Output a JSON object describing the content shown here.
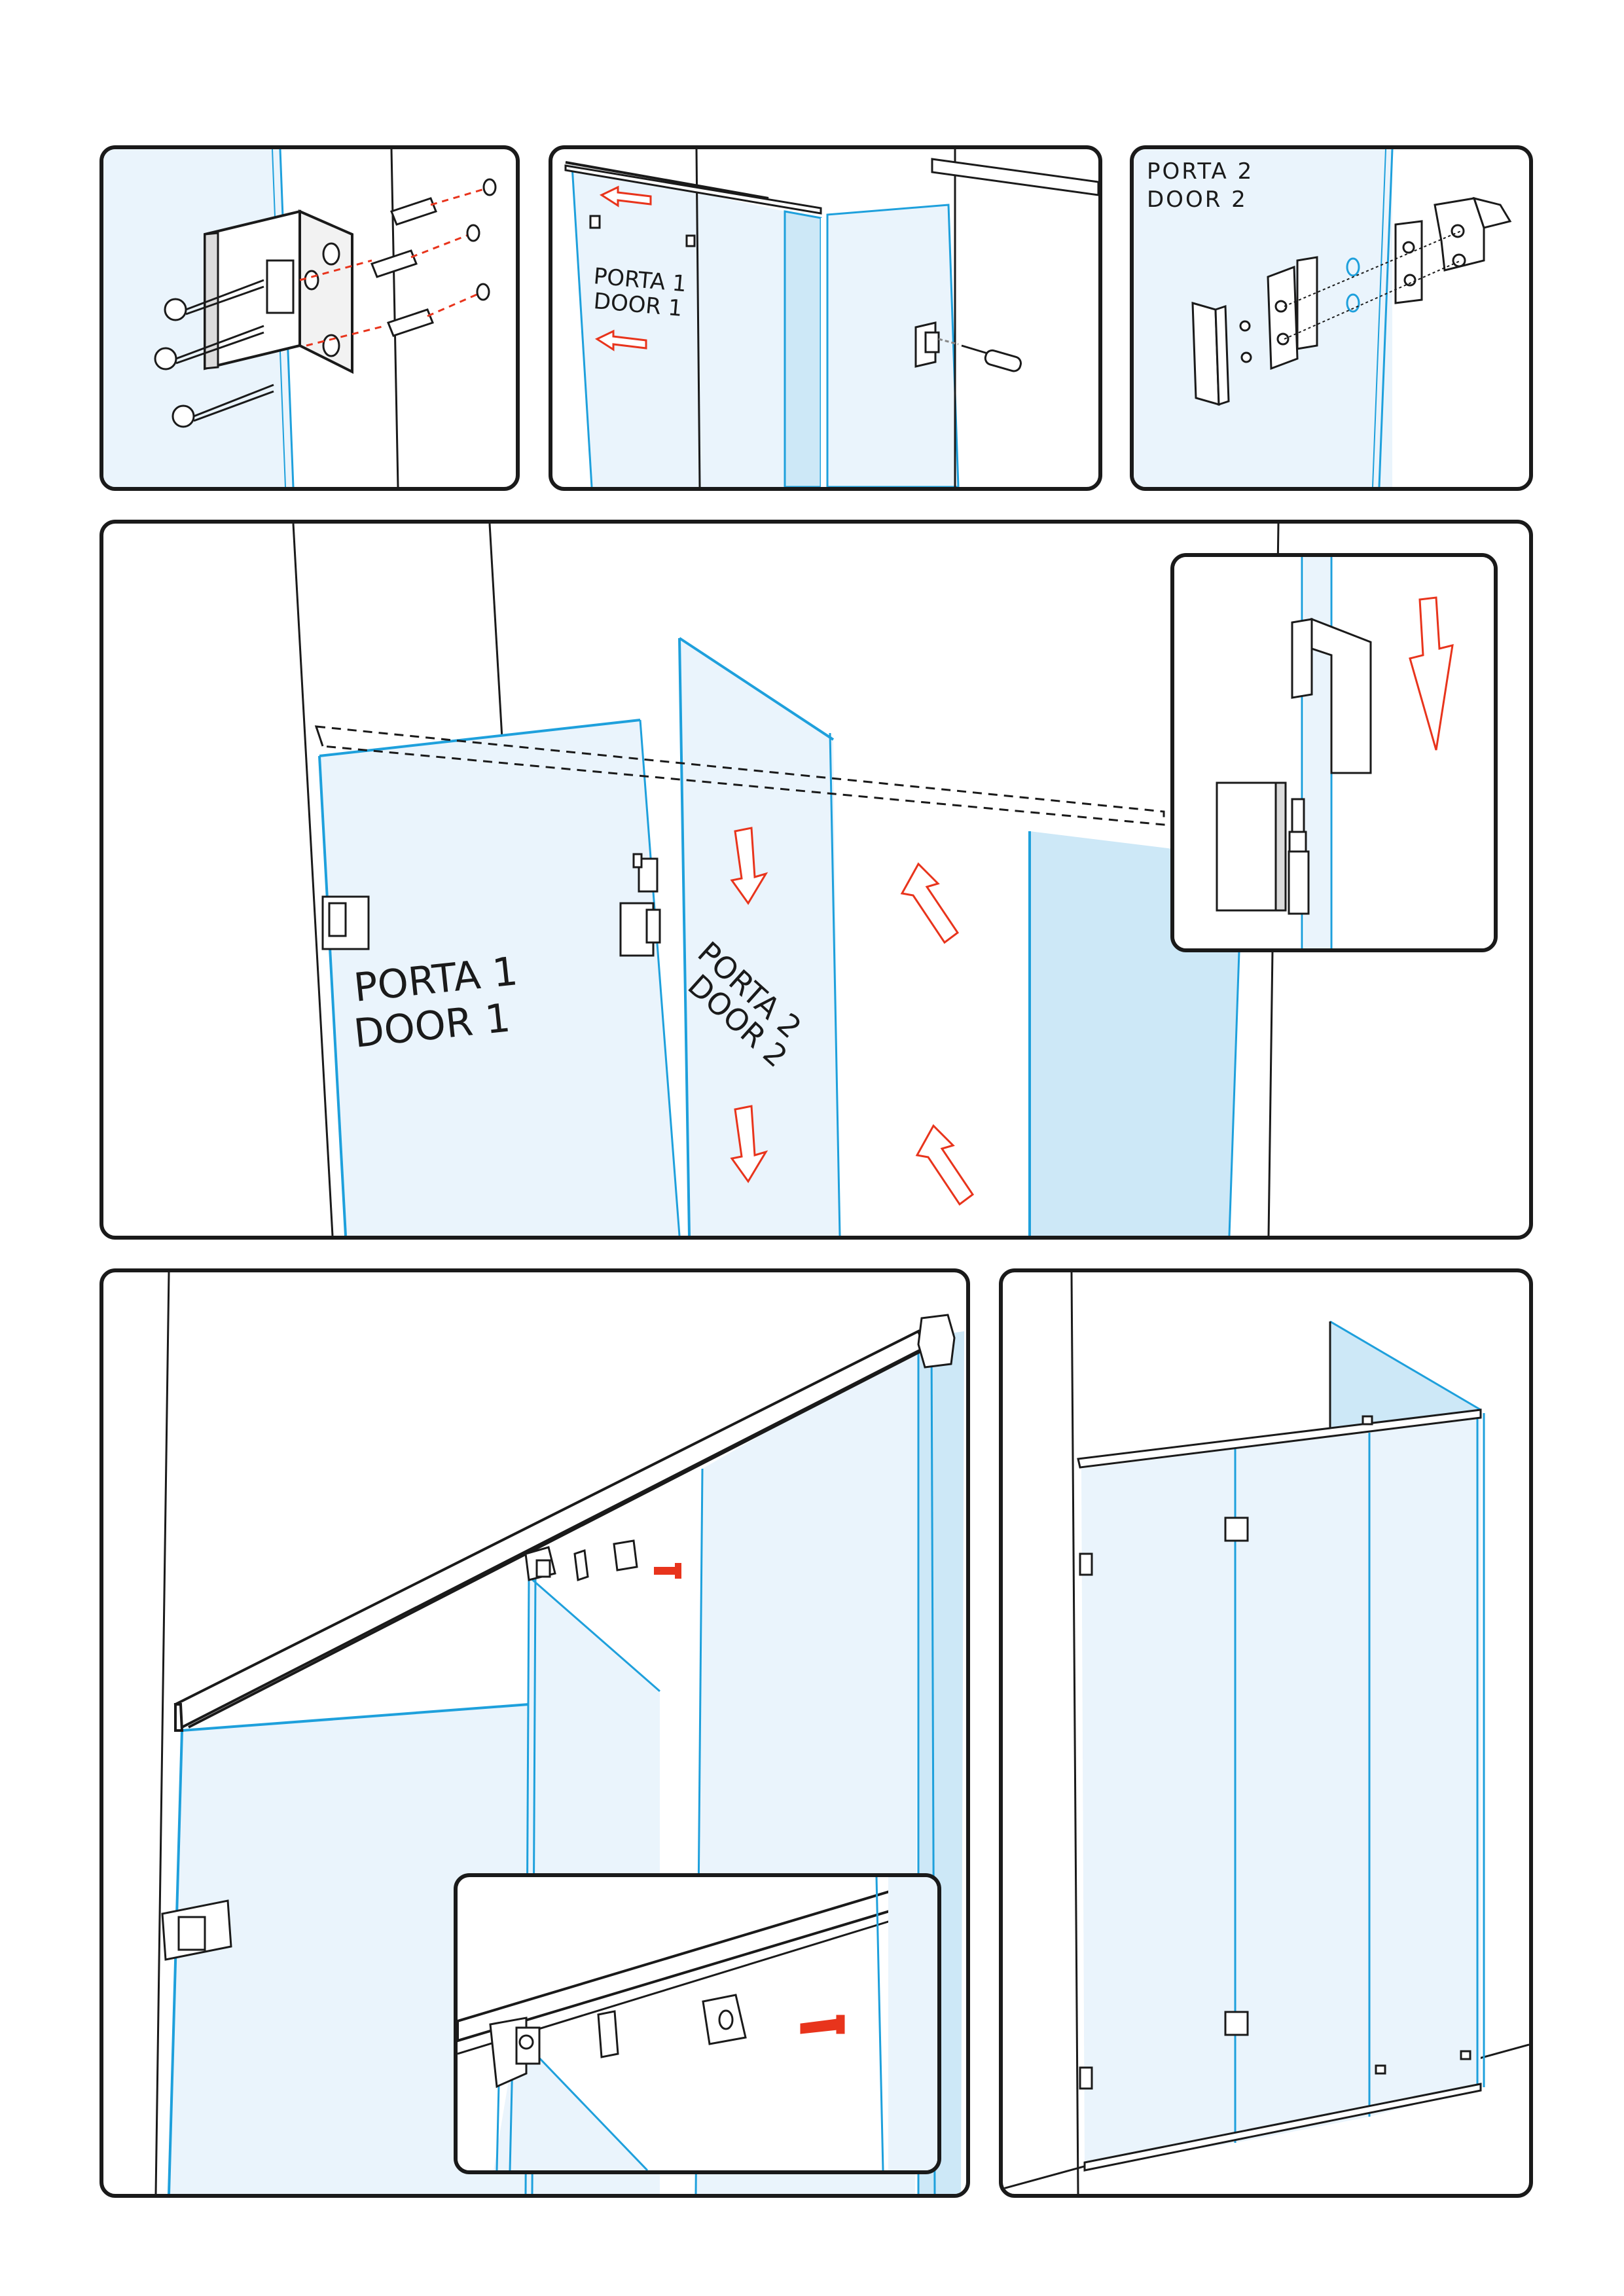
{
  "colors": {
    "glass": "#eaf4fc",
    "glass_dark": "#cde8f7",
    "glass_edge": "#1ea0dc",
    "line": "#1a1a1a",
    "arrow": "#e8341c",
    "panel_border": "#1a1a1a"
  },
  "step2": {
    "door1_line1": "PORTA 1",
    "door1_line2": "DOOR 1"
  },
  "step3": {
    "door2_line1": "PORTA 2",
    "door2_line2": "DOOR 2"
  },
  "step4": {
    "door1_line1": "PORTA 1",
    "door1_line2": "DOOR 1",
    "door2_line1": "PORTA 2",
    "door2_line2": "DOOR 2"
  },
  "icons": [
    "wall-plug-icon",
    "screw-icon",
    "screwdriver-icon",
    "hinge-icon",
    "arrow-icon",
    "washer-icon"
  ]
}
